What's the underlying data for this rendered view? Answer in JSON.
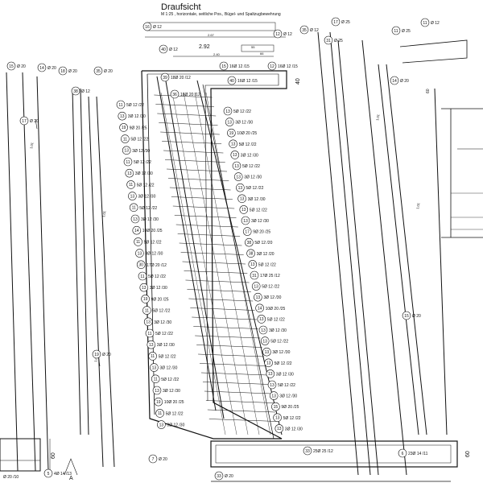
{
  "title": "Draufsicht",
  "subtitle": "M 1:25 , horizontale, seitliche Pos., Bügel- und Spaltzugbewehrung",
  "section_marker": "A",
  "top_dims": [
    "2.92",
    "2.67",
    "2.40",
    "55",
    "66"
  ],
  "side_dims": [
    "40",
    "60",
    "60",
    "60"
  ],
  "bar_length_labels": [
    "1.01",
    "1.01",
    "1.01",
    "1.01",
    "1.01"
  ],
  "callouts": [
    {
      "pos": "16",
      "label": "Ø 12"
    },
    {
      "pos": "12",
      "label": "Ø 12"
    },
    {
      "pos": "40",
      "label": "Ø 12"
    },
    {
      "pos": "35",
      "label": "Ø 12"
    },
    {
      "pos": "31",
      "label": "Ø 25"
    },
    {
      "pos": "17",
      "label": "Ø 25"
    },
    {
      "pos": "11",
      "label": "Ø 25"
    },
    {
      "pos": "11",
      "label": "Ø 12"
    },
    {
      "pos": "15",
      "label": "Ø 20"
    },
    {
      "pos": "14",
      "label": "Ø 20"
    },
    {
      "pos": "18",
      "label": "Ø 20"
    },
    {
      "pos": "35",
      "label": "Ø 20"
    },
    {
      "pos": "38",
      "label": "Ø 12"
    },
    {
      "pos": "17",
      "label": "Ø 20"
    },
    {
      "pos": "19",
      "label": "Ø 20"
    },
    {
      "pos": "14",
      "label": "Ø 20"
    },
    {
      "pos": "15",
      "label": "Ø 20"
    },
    {
      "pos": "33",
      "label": "Ø 20"
    },
    {
      "pos": "7",
      "label": "Ø 20"
    }
  ],
  "left_bar_labels": [
    {
      "pos": "39",
      "label": "18Ø 20 /12"
    },
    {
      "pos": "36",
      "label": "16Ø 20 /12"
    },
    {
      "pos": "11",
      "label": "5Ø 12 /22"
    },
    {
      "pos": "13",
      "label": "3Ø 12 /30"
    },
    {
      "pos": "19",
      "label": "9Ø 20 /25"
    },
    {
      "pos": "11",
      "label": "5Ø 12 /22"
    },
    {
      "pos": "13",
      "label": "3Ø 12 /30"
    },
    {
      "pos": "11",
      "label": "5Ø 12 /22"
    },
    {
      "pos": "13",
      "label": "3Ø 12 /30"
    },
    {
      "pos": "11",
      "label": "5Ø 12 /22"
    },
    {
      "pos": "13",
      "label": "3Ø 12 /30"
    },
    {
      "pos": "11",
      "label": "5Ø 12 /22"
    },
    {
      "pos": "13",
      "label": "3Ø 12 /30"
    },
    {
      "pos": "14",
      "label": "10Ø 20 /25"
    },
    {
      "pos": "11",
      "label": "5Ø 12 /22"
    },
    {
      "pos": "13",
      "label": "3Ø 12 /30"
    },
    {
      "pos": "30",
      "label": "17Ø 20 /12"
    },
    {
      "pos": "11",
      "label": "5Ø 12 /22"
    },
    {
      "pos": "13",
      "label": "3Ø 12 /30"
    },
    {
      "pos": "19",
      "label": "9Ø 20 /25"
    },
    {
      "pos": "11",
      "label": "5Ø 12 /22"
    },
    {
      "pos": "13",
      "label": "3Ø 12 /30"
    },
    {
      "pos": "11",
      "label": "5Ø 12 /22"
    },
    {
      "pos": "13",
      "label": "3Ø 12 /30"
    },
    {
      "pos": "11",
      "label": "5Ø 12 /22"
    },
    {
      "pos": "13",
      "label": "3Ø 12 /30"
    },
    {
      "pos": "11",
      "label": "5Ø 12 /22"
    },
    {
      "pos": "13",
      "label": "3Ø 12 /30"
    },
    {
      "pos": "19",
      "label": "10Ø 20 /25"
    },
    {
      "pos": "11",
      "label": "5Ø 12 /22"
    },
    {
      "pos": "13",
      "label": "3Ø 12 /30"
    }
  ],
  "right_bar_labels": [
    {
      "pos": "15",
      "label": "16Ø 12 /15"
    },
    {
      "pos": "12",
      "label": "16Ø 12 /15"
    },
    {
      "pos": "40",
      "label": "16Ø 12 /15"
    },
    {
      "pos": "13",
      "label": "5Ø 12 /22"
    },
    {
      "pos": "13",
      "label": "3Ø 12 /30"
    },
    {
      "pos": "19",
      "label": "10Ø 20 /25"
    },
    {
      "pos": "13",
      "label": "5Ø 12 /22"
    },
    {
      "pos": "13",
      "label": "3Ø 12 /30"
    },
    {
      "pos": "13",
      "label": "5Ø 12 /22"
    },
    {
      "pos": "13",
      "label": "3Ø 12 /30"
    },
    {
      "pos": "13",
      "label": "5Ø 12 /22"
    },
    {
      "pos": "13",
      "label": "3Ø 12 /30"
    },
    {
      "pos": "13",
      "label": "5Ø 12 /22"
    },
    {
      "pos": "13",
      "label": "3Ø 12 /30"
    },
    {
      "pos": "17",
      "label": "9Ø 20 /25"
    },
    {
      "pos": "38",
      "label": "5Ø 12 /20"
    },
    {
      "pos": "38",
      "label": "3Ø 12 /20"
    },
    {
      "pos": "13",
      "label": "5Ø 12 /22"
    },
    {
      "pos": "31",
      "label": "17Ø 25 /12"
    },
    {
      "pos": "13",
      "label": "5Ø 12 /22"
    },
    {
      "pos": "13",
      "label": "3Ø 12 /30"
    },
    {
      "pos": "14",
      "label": "10Ø 20 /25"
    },
    {
      "pos": "13",
      "label": "5Ø 12 /22"
    },
    {
      "pos": "13",
      "label": "3Ø 12 /30"
    },
    {
      "pos": "13",
      "label": "5Ø 12 /22"
    },
    {
      "pos": "13",
      "label": "3Ø 12 /30"
    },
    {
      "pos": "13",
      "label": "5Ø 12 /22"
    },
    {
      "pos": "13",
      "label": "3Ø 12 /30"
    },
    {
      "pos": "13",
      "label": "5Ø 12 /22"
    },
    {
      "pos": "13",
      "label": "3Ø 12 /30"
    },
    {
      "pos": "15",
      "label": "9Ø 20 /25"
    },
    {
      "pos": "13",
      "label": "5Ø 12 /22"
    },
    {
      "pos": "13",
      "label": "3Ø 12 /30"
    }
  ],
  "bottom_labels": [
    {
      "pos": "33",
      "label": "25Ø 25 /12"
    },
    {
      "pos": "6",
      "label": "23Ø 14 /11"
    },
    {
      "pos": "5",
      "label": "4Ø 14 /13"
    },
    {
      "pos": "",
      "label": "Ø 20 /10"
    }
  ]
}
